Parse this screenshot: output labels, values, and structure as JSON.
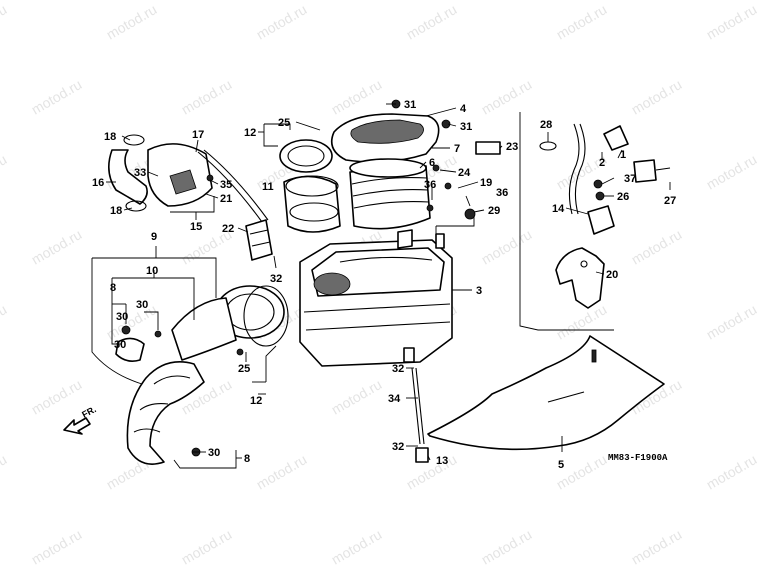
{
  "watermark_text": "motod.ru",
  "diagram_code": "MM83-F1900A",
  "direction_label": "FR.",
  "callouts": [
    "1",
    "2",
    "3",
    "4",
    "5",
    "6",
    "7",
    "8",
    "9",
    "10",
    "11",
    "12",
    "13",
    "14",
    "15",
    "16",
    "17",
    "18",
    "19",
    "20",
    "21",
    "22",
    "23",
    "24",
    "25",
    "26",
    "27",
    "28",
    "29",
    "30",
    "31",
    "32",
    "33",
    "34",
    "35",
    "36",
    "37"
  ]
}
